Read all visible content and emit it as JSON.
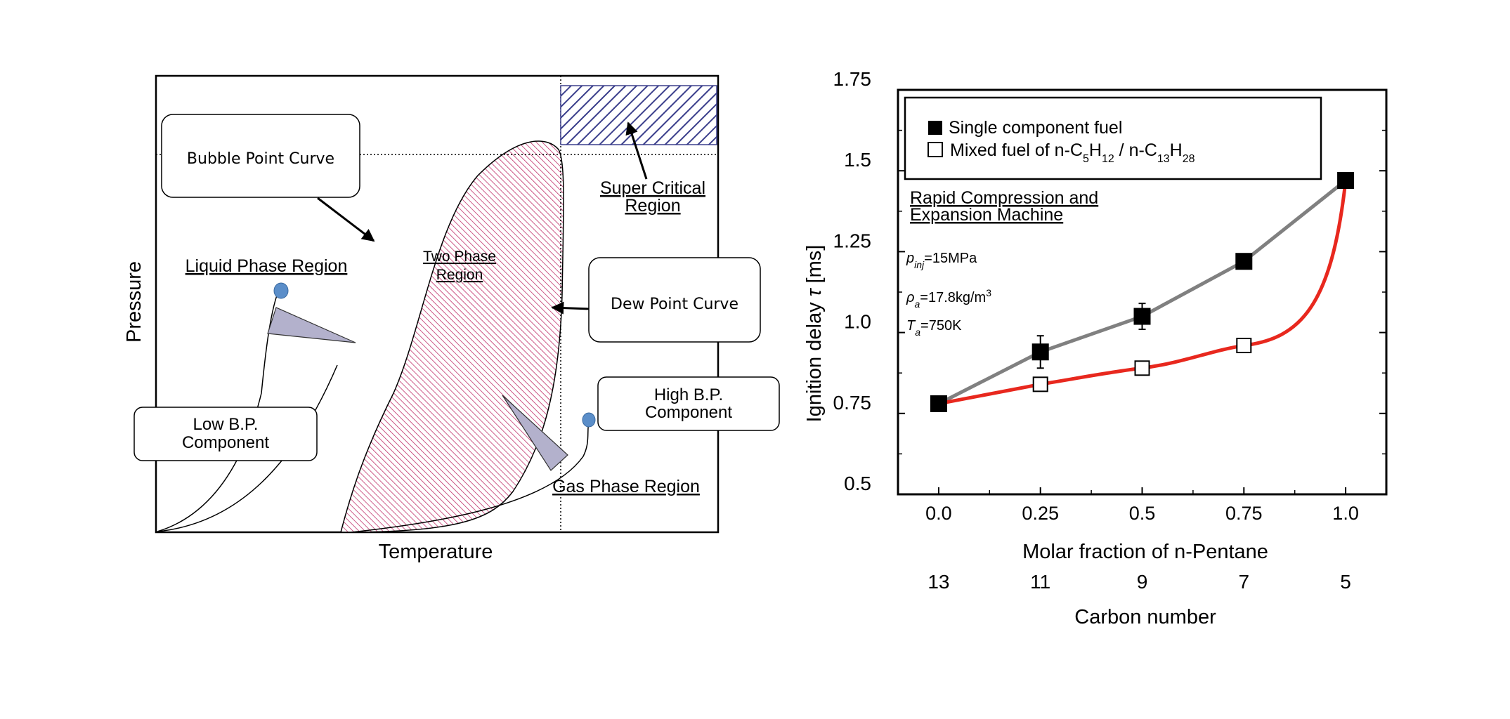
{
  "phase_diagram": {
    "x_axis_label": "Temperature",
    "y_axis_label": "Pressure",
    "labels": {
      "bubble_point_curve": "Bubble Point Curve",
      "dew_point_curve": "Dew Point Curve",
      "two_phase_line1": "Two Phase",
      "two_phase_line2": "Region",
      "liquid_phase": "Liquid Phase Region",
      "gas_phase": "Gas Phase Region",
      "super_critical_line1": "Super Critical",
      "super_critical_line2": "Region",
      "low_bp_line1": "Low B.P.",
      "low_bp_line2": "Component",
      "high_bp_line1": "High B.P.",
      "high_bp_line2": "Component"
    },
    "colors": {
      "two_phase_hatch": "#c0306a",
      "super_critical_hatch": "#3b3f8c",
      "pointer_fill": "#b3b1cc",
      "marker_fill": "#5b8ec9"
    }
  },
  "chart_data": {
    "type": "line",
    "xlabel": "Molar fraction of n-Pentane",
    "ylabel_text": "Ignition delay ",
    "ylabel_symbol": "τ",
    "ylabel_unit": " [ms]",
    "x_ticks": [
      "0.0",
      "0.25",
      "0.5",
      "0.75",
      "1.0"
    ],
    "y_ticks": [
      "0.5",
      "0.75",
      "1.0",
      "1.25",
      "1.5",
      "1.75"
    ],
    "xlim": [
      -0.1,
      1.1
    ],
    "ylim": [
      0.5,
      1.75
    ],
    "secondary_xlabel": "Carbon number",
    "secondary_x_ticks": [
      "13",
      "11",
      "9",
      "7",
      "5"
    ],
    "legend": {
      "position": "top-left",
      "single_label": "Single component fuel",
      "mixed_prefix": "Mixed fuel of n-C",
      "mixed_sub1": "5",
      "mixed_mid1": "H",
      "mixed_sub2": "12",
      "mixed_mid2": " / n-C",
      "mixed_sub3": "13",
      "mixed_mid3": "H",
      "mixed_sub4": "28"
    },
    "annotation": {
      "title_line1": "Rapid Compression and",
      "title_line2": "Expansion Machine",
      "p_sym": "p",
      "p_sub": "inj",
      "p_val": "=15MPa",
      "rho_sym": "ρ",
      "rho_sub": "a",
      "rho_val": "=17.8kg/m",
      "rho_sup": "3",
      "t_sym": "T",
      "t_sub": "a",
      "t_val": "=750K"
    },
    "series": [
      {
        "name": "Single component fuel",
        "marker": "filled-square",
        "line_color": "#808080",
        "x": [
          0.0,
          0.25,
          0.5,
          0.75,
          1.0
        ],
        "y": [
          0.78,
          0.94,
          1.05,
          1.22,
          1.47
        ],
        "err": [
          0,
          0.05,
          0.04,
          0,
          0
        ]
      },
      {
        "name": "Mixed fuel of n-C5H12 / n-C13H28",
        "marker": "open-square",
        "line_color": "#e8281e",
        "x": [
          0.0,
          0.25,
          0.5,
          0.75,
          1.0
        ],
        "y": [
          0.78,
          0.84,
          0.89,
          0.96,
          1.47
        ],
        "err": [
          0,
          0,
          0.02,
          0.015,
          0
        ]
      }
    ]
  }
}
